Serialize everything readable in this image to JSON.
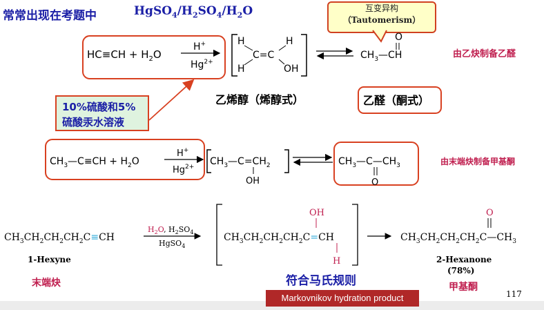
{
  "slide": {
    "title_cn": "常常出现在考题中",
    "title_formula": "HgSO4/H2SO4/H2O",
    "page_number": "117"
  },
  "callout": {
    "line1": "互变异构",
    "line2": "（Tautomerism）"
  },
  "reaction1": {
    "reactant": "HC≡CH  +  H2O",
    "reagent_top": "H+",
    "reagent_bottom": "Hg2+",
    "enol_name": "乙烯醇（烯醇式）",
    "keto_name": "乙醛（酮式）",
    "side_label": "由乙炔制备乙醛",
    "keto_formula": "CH3—CH"
  },
  "catalyst_box": {
    "line1": "10%硫酸和5%",
    "line2": "硫酸汞水溶液"
  },
  "reaction2": {
    "reactant": "CH3—C≡CH  +  H2O",
    "reagent_top": "H+",
    "reagent_bottom": "Hg2+",
    "enol": "CH3—C=CH2",
    "enol_oh": "OH",
    "keto": "CH3—C—CH3",
    "keto_o": "O",
    "side_label": "由末端炔制备甲基酮"
  },
  "reaction3": {
    "reactant": "CH3CH2CH2CH2C≡CH",
    "reagent_top": "H2O, H2SO4",
    "reagent_bottom": "HgSO4",
    "reactant_name": "1-Hexyne",
    "reactant_note": "末端炔",
    "enol": "CH3CH2CH2CH2C=CH",
    "enol_oh": "OH",
    "enol_h": "H",
    "product": "CH3CH2CH2CH2C—CH3",
    "product_o": "O",
    "product_name": "2-Hexanone",
    "product_yield": "(78%)",
    "product_note": "甲基酮",
    "rule_note": "符合马氏规则",
    "banner": "Markovnikov hydration product"
  }
}
